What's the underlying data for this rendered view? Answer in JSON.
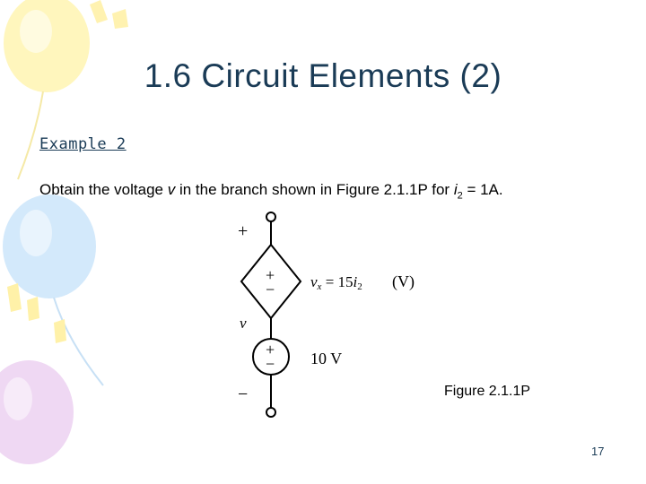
{
  "slide": {
    "title": "1.6 Circuit Elements (2)",
    "example_heading": "Example 2",
    "problem": {
      "text_before_v": "Obtain the voltage ",
      "v": "v",
      "text_middle": " in the branch shown in Figure 2.1.1P for ",
      "i": "i",
      "i_sub": "2",
      "text_after": " = 1A."
    },
    "figure_caption": "Figure 2.1.1P",
    "page_number": "17"
  },
  "circuit": {
    "terminal_plus": "+",
    "terminal_minus": "−",
    "branch_voltage_label": "v",
    "dependent_source": {
      "plus": "+",
      "minus": "−",
      "label_var": "v",
      "label_var_sub": "x",
      "label_eq": " = 15",
      "label_ctrl": "i",
      "label_ctrl_sub": "2",
      "unit": "(V)"
    },
    "independent_source": {
      "plus": "+",
      "minus": "−",
      "label": "10 V"
    }
  },
  "colors": {
    "title": "#1a3b56",
    "balloon_yellow": "#fff5b8",
    "balloon_blue": "#cfe6fa",
    "balloon_pink": "#eed6f2"
  }
}
